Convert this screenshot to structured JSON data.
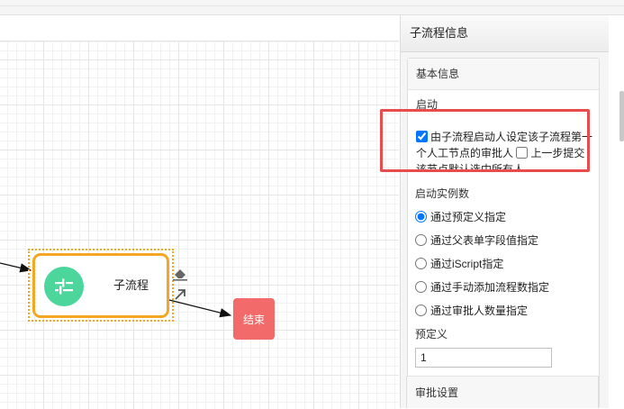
{
  "canvas": {
    "subprocess_node": {
      "label": "子流程",
      "icon": "sliders-icon",
      "color": "#4cd69b",
      "border": "#f5a623"
    },
    "end_node": {
      "label": "结束",
      "color": "#f26a6a"
    },
    "tools": {
      "eraser": "eraser-icon",
      "connect": "arrow-up-right-icon"
    }
  },
  "panel": {
    "title": "子流程信息",
    "basic_info": "基本信息",
    "start_section": "启动",
    "checkbox1_label": "由子流程启动人设定该子流程第一个人工节点的审批人",
    "checkbox1_checked": true,
    "checkbox2_label": "上一步提交该节点默认选中所有人",
    "checkbox2_checked": false,
    "instance_count_label": "启动实例数",
    "radio_options": [
      {
        "label": "通过预定义指定",
        "checked": true
      },
      {
        "label": "通过父表单字段值指定",
        "checked": false
      },
      {
        "label": "通过iScript指定",
        "checked": false
      },
      {
        "label": "通过手动添加流程数指定",
        "checked": false
      },
      {
        "label": "通过审批人数量指定",
        "checked": false
      }
    ],
    "predefined_label": "预定义",
    "predefined_value": "1",
    "approval_settings": "审批设置"
  },
  "colors": {
    "highlight": "#e94c4c",
    "accent": "#1a73e8"
  }
}
